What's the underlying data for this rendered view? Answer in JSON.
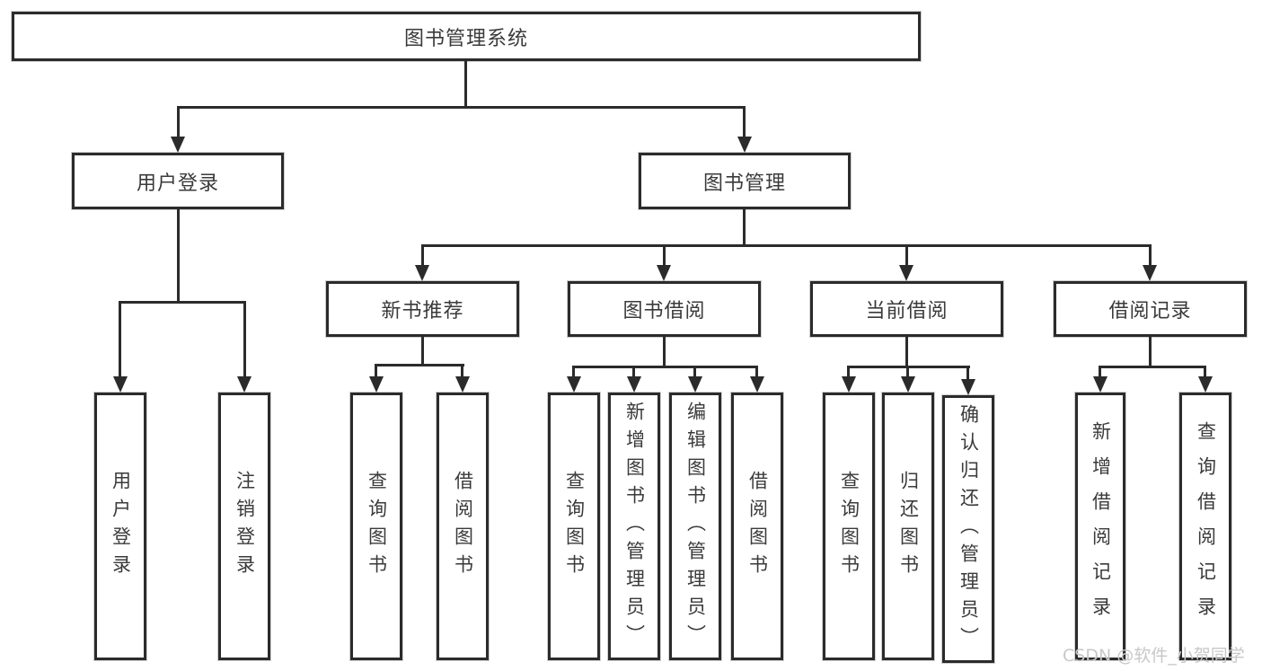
{
  "colors": {
    "line": "#2b2b2b",
    "text": "#3a3a3a",
    "background": "#ffffff",
    "watermark_text": "#c8c8c8"
  },
  "tree": {
    "label": "图书管理系统",
    "children": [
      {
        "label": "用户登录",
        "children": [
          {
            "label": "用户登录"
          },
          {
            "label": "注销登录"
          }
        ]
      },
      {
        "label": "图书管理",
        "children": [
          {
            "label": "新书推荐",
            "children": [
              {
                "label": "查询图书"
              },
              {
                "label": "借阅图书"
              }
            ]
          },
          {
            "label": "图书借阅",
            "children": [
              {
                "label": "查询图书"
              },
              {
                "label": "新增图书（管理员）"
              },
              {
                "label": "编辑图书（管理员）"
              },
              {
                "label": "借阅图书"
              }
            ]
          },
          {
            "label": "当前借阅",
            "children": [
              {
                "label": "查询图书"
              },
              {
                "label": "归还图书"
              },
              {
                "label": "确认归还（管理员）"
              }
            ]
          },
          {
            "label": "借阅记录",
            "children": [
              {
                "label": "新增借阅记录"
              },
              {
                "label": "查询借阅记录"
              }
            ]
          }
        ]
      }
    ]
  },
  "watermark": "CSDN @软件_小贺同学"
}
